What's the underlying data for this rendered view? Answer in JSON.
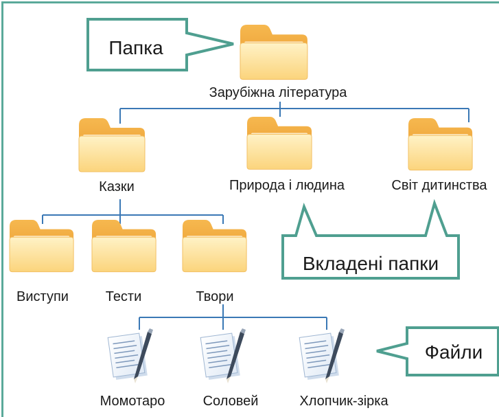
{
  "colors": {
    "frame": "#5aa99a",
    "connector": "#3a78b5",
    "callout_border": "#4f9f90",
    "folder_light": "#fde3a2",
    "folder_dark": "#f0a73c",
    "text": "#1a1a1a"
  },
  "tree": {
    "root": {
      "label": "Зарубіжна література",
      "icon": "folder-icon"
    },
    "level1": [
      {
        "label": "Казки",
        "icon": "folder-icon"
      },
      {
        "label": "Природа і людина",
        "icon": "folder-icon"
      },
      {
        "label": "Світ дитинства",
        "icon": "folder-icon"
      }
    ],
    "level2": [
      {
        "label": "Виступи",
        "icon": "folder-icon"
      },
      {
        "label": "Тести",
        "icon": "folder-icon"
      },
      {
        "label": "Твори",
        "icon": "folder-icon"
      }
    ],
    "files": [
      {
        "label": "Момотаро",
        "icon": "document-pen-icon"
      },
      {
        "label": "Соловей",
        "icon": "document-pen-icon"
      },
      {
        "label": "Хлопчик-зірка",
        "icon": "document-pen-icon"
      }
    ]
  },
  "callouts": {
    "folder": "Папка",
    "nested": "Вкладені папки",
    "files": "Файли"
  }
}
